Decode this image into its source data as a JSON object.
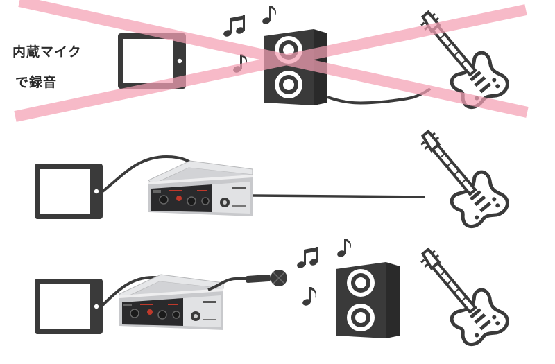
{
  "label": {
    "line1": "内蔵マイク",
    "line2": "で録音"
  },
  "colors": {
    "ink": "#3a3a3a",
    "cross": "#f4a0b4",
    "device_silver": "#d9dadc",
    "device_panel": "#2a2a2c",
    "device_red": "#c0392b"
  },
  "scenes": [
    {
      "id": "built-in-mic",
      "crossed_out": true,
      "items": [
        "tablet-icon",
        "speaker-icon",
        "guitar-icon",
        "music-notes-icon"
      ]
    },
    {
      "id": "line-in",
      "crossed_out": false,
      "items": [
        "tablet-icon",
        "audio-interface",
        "guitar-icon"
      ]
    },
    {
      "id": "mic-amp",
      "crossed_out": false,
      "items": [
        "tablet-icon",
        "audio-interface",
        "microphone-icon",
        "speaker-icon",
        "guitar-icon",
        "music-notes-icon"
      ]
    }
  ]
}
